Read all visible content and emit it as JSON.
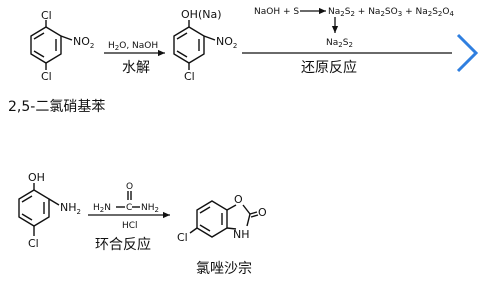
{
  "colors": {
    "ink": "#111111",
    "next_arrow": "#2f7fe0"
  },
  "step1": {
    "start_Cl_top": "Cl",
    "start_NO2": "NO",
    "start_NO2_sub": "2",
    "start_Cl_bottom": "Cl",
    "start_name": "2,5-二氯硝基苯",
    "reagent_pre": "H",
    "reagent_sub": "2",
    "reagent_post": "O, NaOH",
    "reaction_name": "水解"
  },
  "intermediate": {
    "OH": "OH",
    "Na": "(Na)",
    "NO2": "NO",
    "NO2_sub": "2",
    "Cl": "Cl"
  },
  "step2": {
    "eq_lhs": "NaOH + S",
    "eq_p1": "Na",
    "eq_p1_s1": "2",
    "eq_p1_mid": "S",
    "eq_p1_s2": "2",
    "eq_plus1": "+",
    "eq_p2": "Na",
    "eq_p2_s1": "2",
    "eq_p2_mid": "SO",
    "eq_p2_s2": "3",
    "eq_plus2": "+",
    "eq_p3": "Na",
    "eq_p3_s1": "2",
    "eq_p3_mid": "S",
    "eq_p3_s2": "2",
    "eq_p3_end": "O",
    "eq_p3_s3": "4",
    "reductant": "Na",
    "reductant_s1": "2",
    "reductant_mid": "S",
    "reductant_s2": "2",
    "reaction_name": "还原反应"
  },
  "aminophenol": {
    "OH": "OH",
    "NH2": "NH",
    "NH2_sub": "2",
    "Cl": "Cl"
  },
  "step3": {
    "left_NH2": "H",
    "left_NH2_sub": "2",
    "left_N": "N",
    "C": "C",
    "O": "O",
    "right_NH2": "NH",
    "right_NH2_sub": "2",
    "catalyst": "HCl",
    "reaction_name": "环合反应"
  },
  "product": {
    "O_ring": "O",
    "O_carbonyl": "O",
    "NH": "NH",
    "Cl": "Cl",
    "name": "氯唑沙宗"
  }
}
